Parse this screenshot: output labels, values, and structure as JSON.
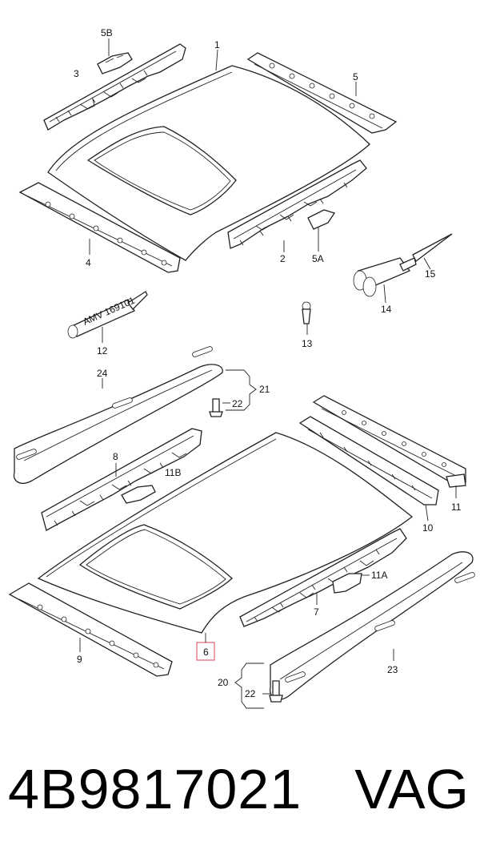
{
  "labels": {
    "l1": "1",
    "l2": "2",
    "l3": "3",
    "l4": "4",
    "l5": "5",
    "l5a": "5A",
    "l5b": "5B",
    "l6": "6",
    "l7": "7",
    "l8": "8",
    "l9": "9",
    "l10": "10",
    "l11": "11",
    "l11a": "11A",
    "l11b": "11B",
    "l12": "12",
    "l13": "13",
    "l14": "14",
    "l15": "15",
    "l20": "20",
    "l21": "21",
    "l22a": "22",
    "l22b": "22",
    "l23": "23",
    "l24": "24"
  },
  "sealant_text": "AMV 169101",
  "highlight_color": "#e06070",
  "footer": {
    "part_number": "4B9817021",
    "brand": "VAG"
  }
}
